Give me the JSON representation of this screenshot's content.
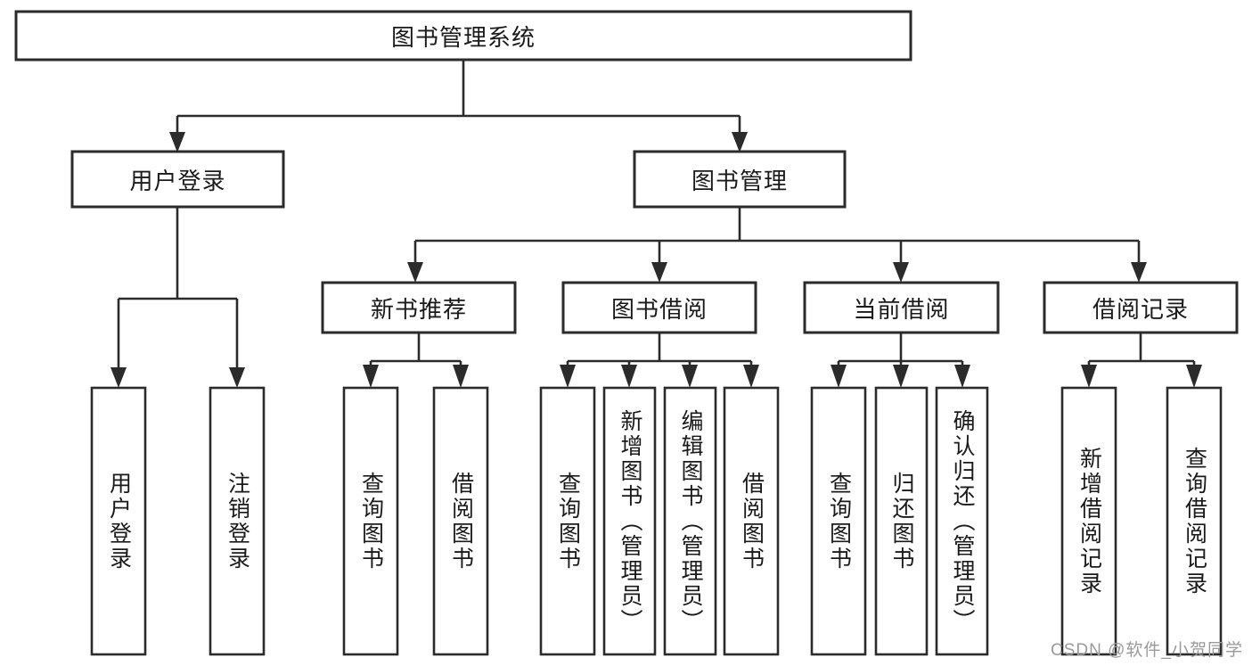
{
  "diagram": {
    "title": "图书管理系统",
    "watermark": "CSDN @软件_小贺同学",
    "colors": {
      "box_stroke": "#2b2b2b",
      "box_fill": "#ffffff",
      "text": "#1a1a1a",
      "watermark": "#9a9a9a",
      "background": "#ffffff"
    },
    "root": {
      "label": "图书管理系统"
    },
    "level2": [
      {
        "label": "用户登录"
      },
      {
        "label": "图书管理"
      }
    ],
    "level3": [
      {
        "label": "新书推荐"
      },
      {
        "label": "图书借阅"
      },
      {
        "label": "当前借阅"
      },
      {
        "label": "借阅记录"
      }
    ],
    "leaves": {
      "user_login": [
        {
          "label": "用户登录"
        },
        {
          "label": "注销登录"
        }
      ],
      "new_book_recommend": [
        {
          "label": "查询图书"
        },
        {
          "label": "借阅图书"
        }
      ],
      "book_borrow": [
        {
          "label": "查询图书"
        },
        {
          "label": "新增图书（管理员）"
        },
        {
          "label": "编辑图书（管理员）"
        },
        {
          "label": "借阅图书"
        }
      ],
      "current_borrow": [
        {
          "label": "查询图书"
        },
        {
          "label": "归还图书"
        },
        {
          "label": "确认归还（管理员）"
        }
      ],
      "borrow_record": [
        {
          "label": "新增借阅记录"
        },
        {
          "label": "查询借阅记录"
        }
      ]
    }
  }
}
